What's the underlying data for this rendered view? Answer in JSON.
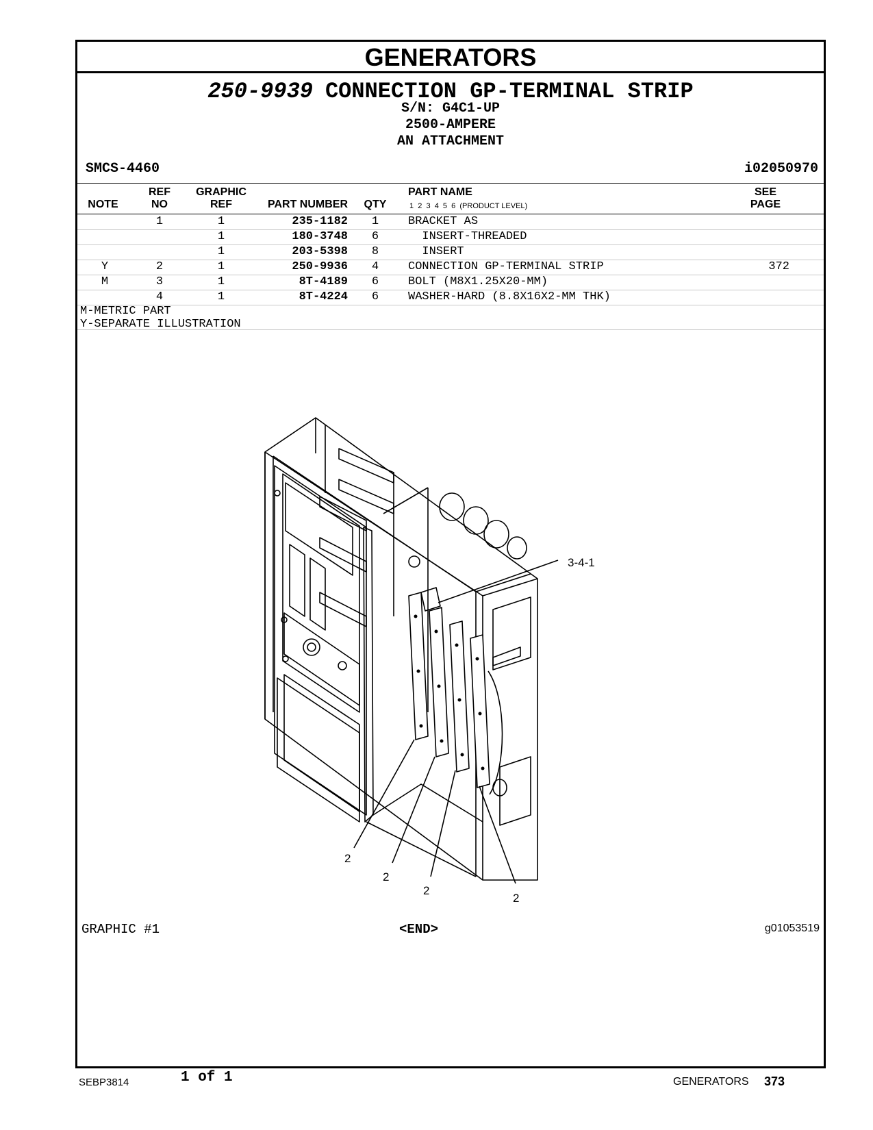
{
  "section_title": "GENERATORS",
  "title": {
    "part_number": "250-9939",
    "name": "CONNECTION GP-TERMINAL STRIP"
  },
  "serial": "S/N: G4C1-UP",
  "rating": "2500-AMPERE",
  "attachment": "AN ATTACHMENT",
  "smcs": "SMCS-4460",
  "info_id": "i02050970",
  "headers": {
    "note": "NOTE",
    "ref_no_1": "REF",
    "ref_no_2": "NO",
    "graphic_ref_1": "GRAPHIC",
    "graphic_ref_2": "REF",
    "part_number": "PART NUMBER",
    "qty": "QTY",
    "part_name": "PART NAME",
    "levels": "1  2  3  4  5  6  (PRODUCT LEVEL)",
    "see_page_1": "SEE",
    "see_page_2": "PAGE"
  },
  "rows": [
    {
      "note": "",
      "ref": "1",
      "graphic": "1",
      "part": "235-1182",
      "qty": "1",
      "name": "BRACKET AS",
      "see": ""
    },
    {
      "note": "",
      "ref": "",
      "graphic": "1",
      "part": "180-3748",
      "qty": "6",
      "name": "  INSERT-THREADED",
      "see": ""
    },
    {
      "note": "",
      "ref": "",
      "graphic": "1",
      "part": "203-5398",
      "qty": "8",
      "name": "  INSERT",
      "see": ""
    },
    {
      "note": "Y",
      "ref": "2",
      "graphic": "1",
      "part": "250-9936",
      "qty": "4",
      "name": "CONNECTION GP-TERMINAL STRIP",
      "see": "372"
    },
    {
      "note": "M",
      "ref": "3",
      "graphic": "1",
      "part": "8T-4189",
      "qty": "6",
      "name": "BOLT (M8X1.25X20-MM)",
      "see": ""
    },
    {
      "note": "",
      "ref": "4",
      "graphic": "1",
      "part": "8T-4224",
      "qty": "6",
      "name": "WASHER-HARD (8.8X16X2-MM THK)",
      "see": ""
    }
  ],
  "notes": [
    "M-METRIC PART",
    "Y-SEPARATE ILLUSTRATION"
  ],
  "callouts": {
    "top": "3-4-1",
    "a": "2",
    "b": "2",
    "c": "2",
    "d": "2"
  },
  "graphic_label": "GRAPHIC #1",
  "end_label": "<END>",
  "graphic_number": "g01053519",
  "footer": {
    "doc": "SEBP3814",
    "pages": "1 of 1",
    "section": "GENERATORS",
    "page": "373"
  }
}
